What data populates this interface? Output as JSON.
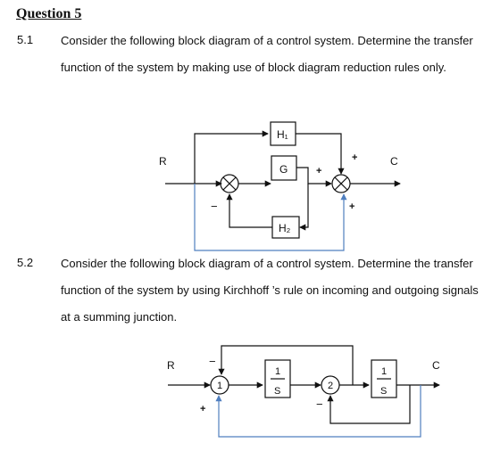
{
  "heading": "Question 5",
  "q1": {
    "number": "5.1",
    "text": "Consider the following block diagram of a control system. Determine the transfer function of the system by making use of block diagram reduction rules only.",
    "diagram": {
      "input": "R",
      "output": "C",
      "blocks": {
        "h1": "H₁",
        "g": "G",
        "h2": "H₂"
      },
      "signs": {
        "sj1_bottom": "−",
        "sj2_left": "+",
        "sj2_top": "+",
        "sj2_bottom": "+"
      }
    }
  },
  "q2": {
    "number": "5.2",
    "text": "Consider the following block diagram of a control system. Determine the transfer function of the system by using Kirchhoff ’s rule on incoming and outgoing signals at a summing junction.",
    "diagram": {
      "input": "R",
      "output": "C",
      "blocks": {
        "b1": {
          "num": "1",
          "den": "S"
        },
        "b2": {
          "num": "1",
          "den": "S"
        }
      },
      "junctions": {
        "j1": "1",
        "j2": "2"
      },
      "signs": {
        "j1_top": "−",
        "j1_bottom": "+",
        "j2_bottom": "−"
      }
    }
  },
  "colors": {
    "feedback_line": "#4f7fbf"
  }
}
